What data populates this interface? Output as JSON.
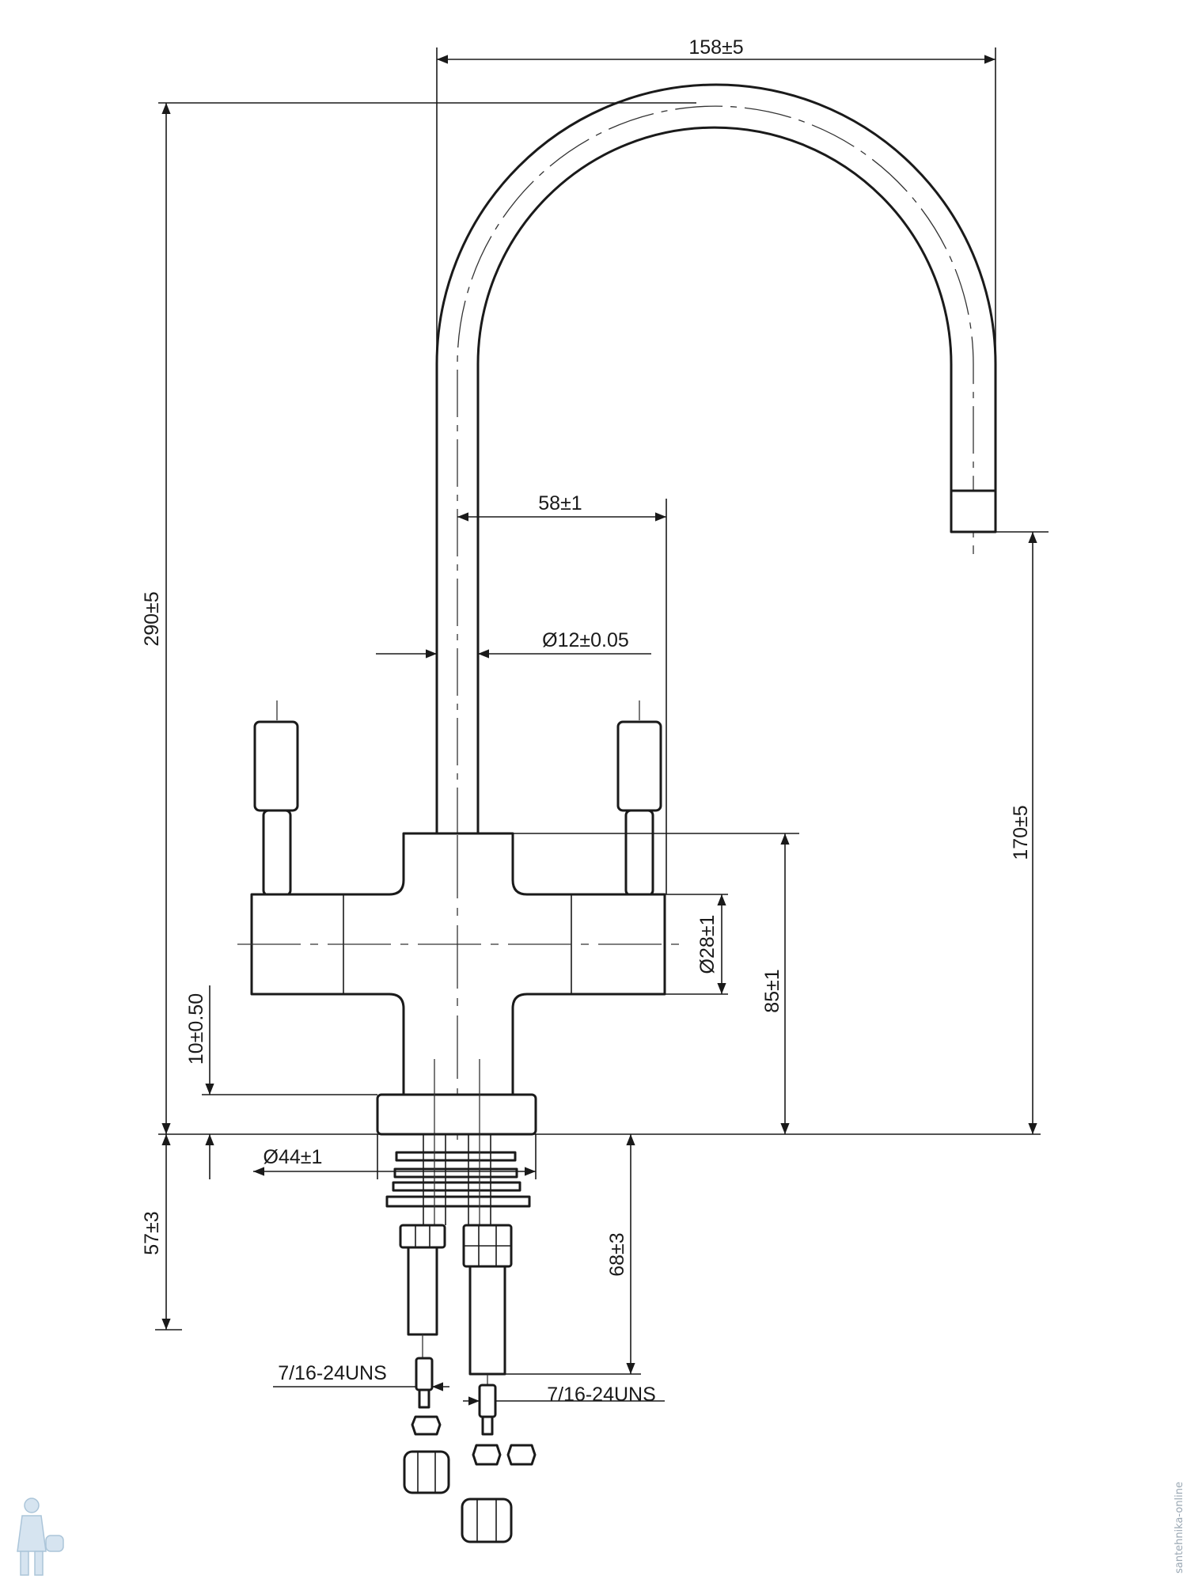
{
  "drawing": {
    "dimensions": {
      "width_158": "158±5",
      "reach_58": "58±1",
      "spout_dia": "Ø12±0.05",
      "height_290": "290±5",
      "height_170": "170±5",
      "handle_dia": "Ø28±1",
      "body_85": "85±1",
      "base_10": "10±0.50",
      "base_dia": "Ø44±1",
      "under_57": "57±3",
      "under_68": "68±3",
      "thread_left": "7/16-24UNS",
      "thread_right": "7/16-24UNS"
    },
    "watermark": {
      "vertical_text": "santehnika-online"
    }
  }
}
